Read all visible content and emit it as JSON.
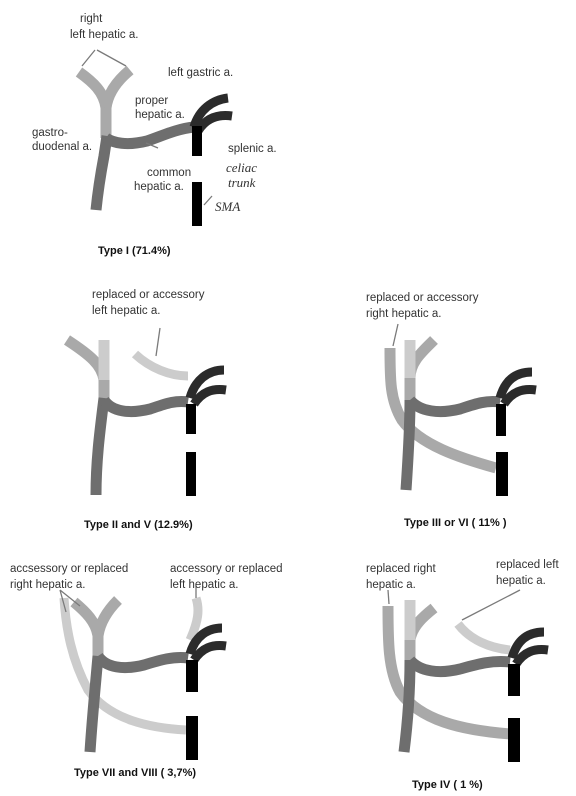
{
  "panels": {
    "type1": {
      "caption": "Type I (71.4%)",
      "labels": {
        "right": "right",
        "left_hepatic": "left hepatic a.",
        "left_gastric": "left gastric a.",
        "proper_line1": "proper",
        "proper_line2": "hepatic a.",
        "gastro_line1": "gastro-",
        "gastro_line2": "duodenal a.",
        "splenic": "splenic a.",
        "common_line1": "common",
        "common_line2": "hepatic a.",
        "celiac_line1": "celiac",
        "celiac_line2": "trunk",
        "sma": "SMA"
      }
    },
    "type2": {
      "caption": "Type II and V (12.9%)",
      "label_line1": "replaced or accessory",
      "label_line2": "left hepatic a."
    },
    "type3": {
      "caption": "Type III or VI ( 11% )",
      "label_line1": "replaced or accessory",
      "label_line2": "right hepatic a."
    },
    "type7": {
      "caption": "Type VII and VIII ( 3,7%)",
      "label_a_line1": "accsessory or replaced",
      "label_a_line2": "right hepatic a.",
      "label_b_line1": "accessory or replaced",
      "label_b_line2": "left hepatic a."
    },
    "type4": {
      "caption": "Type IV ( 1 %)",
      "label_a_line1": "replaced right",
      "label_a_line2": "hepatic a.",
      "label_b_line1": "replaced left",
      "label_b_line2": "hepatic a."
    }
  },
  "colors": {
    "main_vessel": "#6e6e6e",
    "hepatic_branch": "#a9a9a9",
    "pale_branch": "#cccccc",
    "dark_vessel": "#2b2b2b",
    "aorta": "#000000"
  }
}
